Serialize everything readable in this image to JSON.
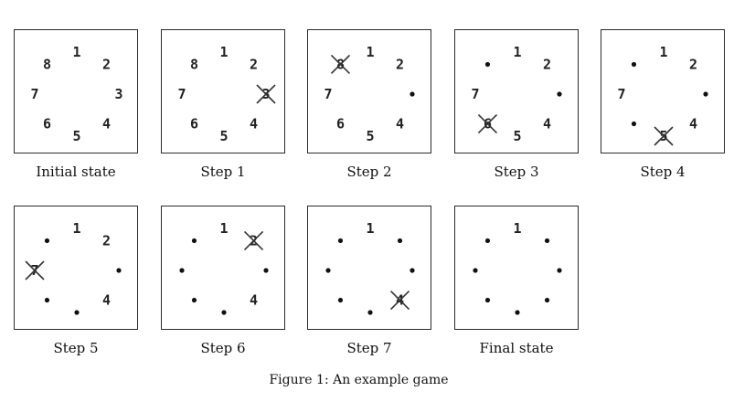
{
  "figure_caption": "Figure 1: An example game",
  "panels": [
    {
      "label": "Initial state",
      "positions": [
        "1",
        "2",
        "3",
        "4",
        "5",
        "6",
        "7",
        "8"
      ],
      "crossed": ""
    },
    {
      "label": "Step 1",
      "positions": [
        "1",
        "2",
        "3",
        "4",
        "5",
        "6",
        "7",
        "8"
      ],
      "crossed": "3"
    },
    {
      "label": "Step 2",
      "positions": [
        "1",
        "2",
        "",
        "4",
        "5",
        "6",
        "7",
        "8"
      ],
      "crossed": "8"
    },
    {
      "label": "Step 3",
      "positions": [
        "1",
        "2",
        "",
        "4",
        "5",
        "6",
        "7",
        ""
      ],
      "crossed": "6"
    },
    {
      "label": "Step 4",
      "positions": [
        "1",
        "2",
        "",
        "4",
        "5",
        "",
        "7",
        ""
      ],
      "crossed": "5"
    },
    {
      "label": "Step 5",
      "positions": [
        "1",
        "2",
        "",
        "4",
        "",
        "",
        "7",
        ""
      ],
      "crossed": "7"
    },
    {
      "label": "Step 6",
      "positions": [
        "1",
        "2",
        "",
        "4",
        "",
        "",
        "",
        ""
      ],
      "crossed": "2"
    },
    {
      "label": "Step 7",
      "positions": [
        "1",
        "",
        "",
        "4",
        "",
        "",
        "",
        ""
      ],
      "crossed": "4"
    },
    {
      "label": "Final state",
      "positions": [
        "1",
        "",
        "",
        "",
        "",
        "",
        "",
        ""
      ],
      "crossed": ""
    }
  ]
}
